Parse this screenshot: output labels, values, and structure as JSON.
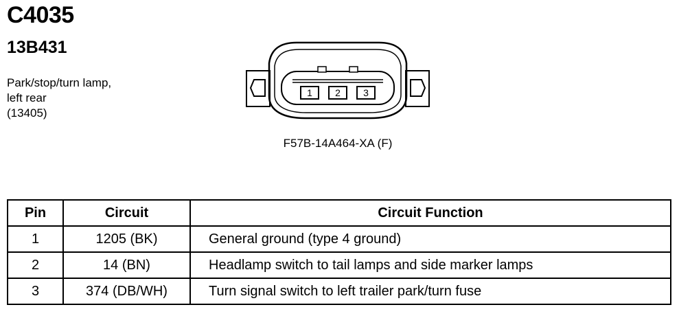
{
  "header": {
    "connector_id": "C4035",
    "harness_id": "13B431",
    "description_lines": [
      "Park/stop/turn lamp,",
      "left rear",
      "(13405)"
    ]
  },
  "connector": {
    "pins": [
      "1",
      "2",
      "3"
    ],
    "part_number": "F57B-14A464-XA (F)"
  },
  "table": {
    "headers": {
      "pin": "Pin",
      "circuit": "Circuit",
      "function": "Circuit Function"
    },
    "rows": [
      {
        "pin": "1",
        "circuit": "1205 (BK)",
        "function": "General ground (type 4 ground)"
      },
      {
        "pin": "2",
        "circuit": "14 (BN)",
        "function": "Headlamp switch to tail lamps and side marker lamps"
      },
      {
        "pin": "3",
        "circuit": "374 (DB/WH)",
        "function": "Turn signal switch to left trailer park/turn fuse"
      }
    ]
  }
}
